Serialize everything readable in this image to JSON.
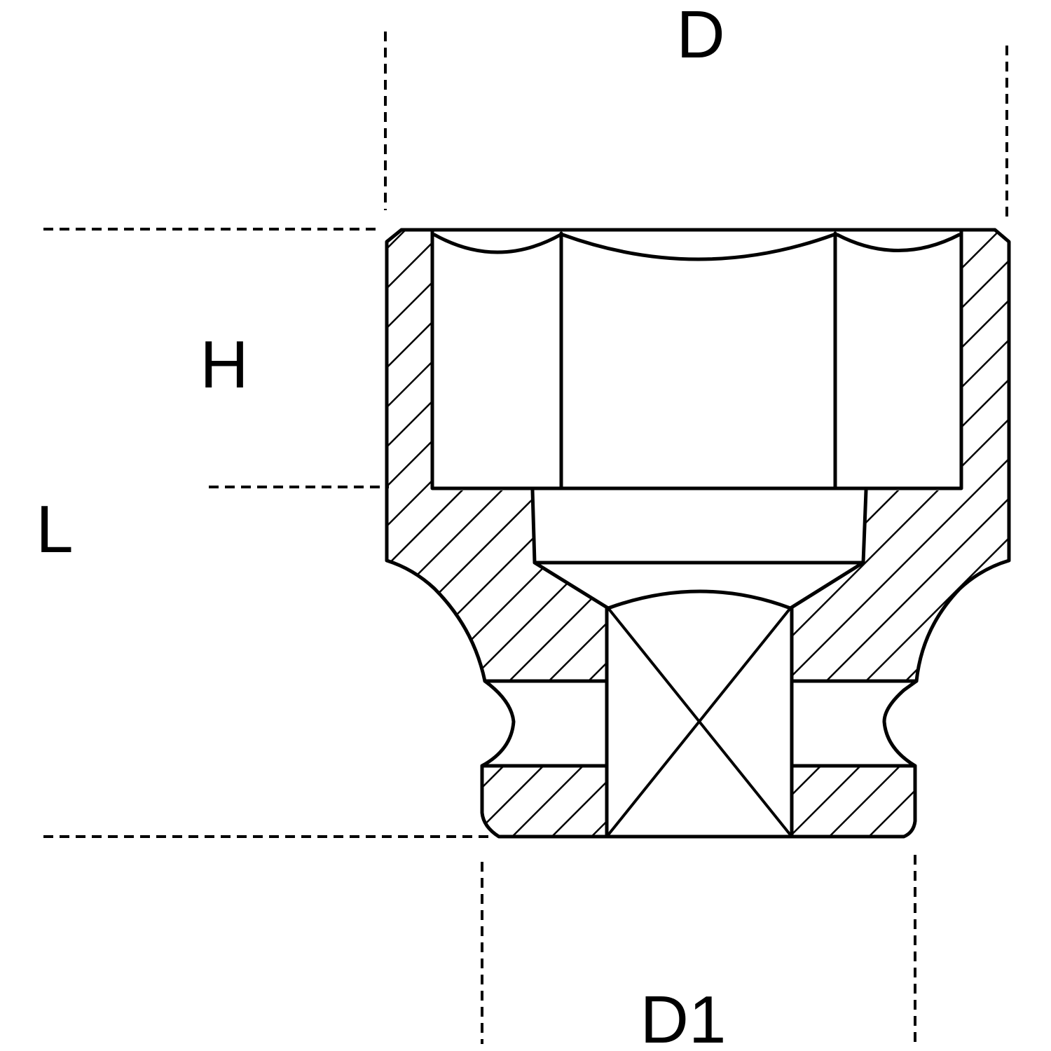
{
  "labels": {
    "d": "D",
    "h": "H",
    "l": "L",
    "d1": "D1"
  }
}
